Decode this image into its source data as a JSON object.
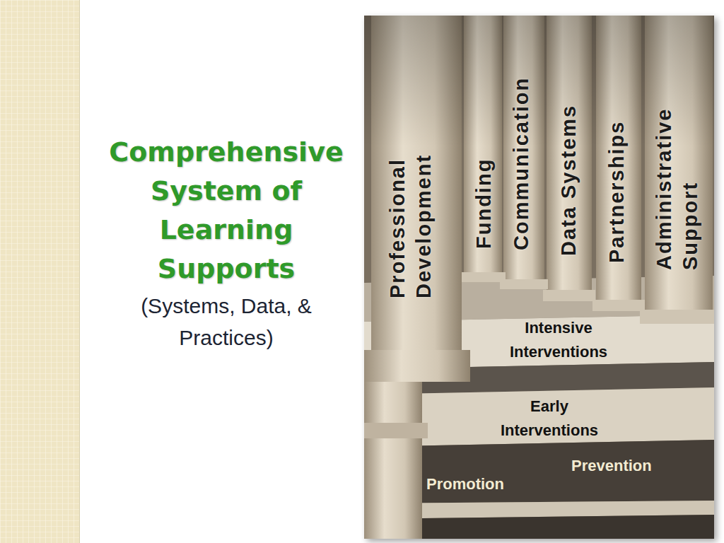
{
  "diagram": {
    "title": "Comprehensive System of Learning Supports",
    "labels": [
      "(Systems, Data, & Practices)",
      "Professional Development",
      "Funding",
      "Communication",
      "Data Systems",
      "Partnerships",
      "Administrative Support",
      "Intensive Interventions",
      "Early Interventions",
      "Prevention",
      "Promotion"
    ]
  }
}
